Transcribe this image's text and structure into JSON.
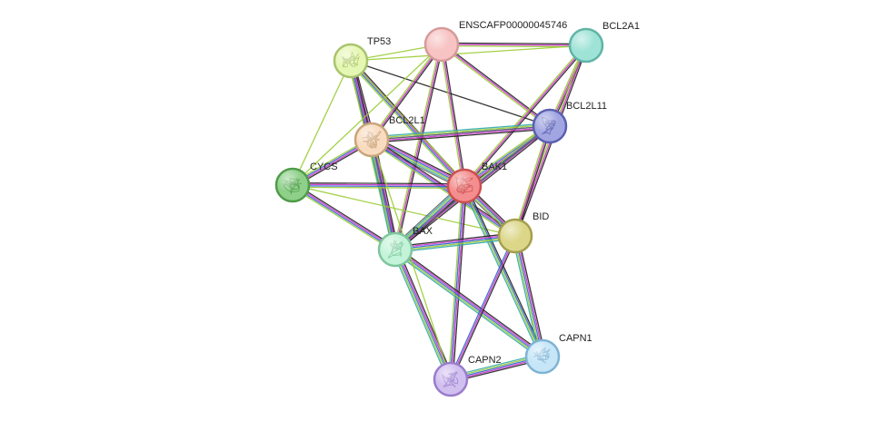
{
  "network": {
    "nodes": [
      {
        "id": "ENSCAFP00000045746",
        "label": "ENSCAFP00000045746",
        "color": "#f7c3c3",
        "ring": "#d69a9a",
        "icon": "none"
      },
      {
        "id": "BCL2A1",
        "label": "BCL2A1",
        "color": "#9fe3d6",
        "ring": "#5fb4a6",
        "icon": "none"
      },
      {
        "id": "TP53",
        "label": "TP53",
        "color": "#e6f7b4",
        "ring": "#a9c46d",
        "icon": "protein-structure-icon"
      },
      {
        "id": "BCL2L11",
        "label": "BCL2L11",
        "color": "#a1a6e2",
        "ring": "#5a60b0",
        "icon": "protein-structure-icon"
      },
      {
        "id": "BCL2L1",
        "label": "BCL2L1",
        "color": "#f9dcc0",
        "ring": "#c9a47b",
        "icon": "protein-structure-icon"
      },
      {
        "id": "CYCS",
        "label": "CYCS",
        "color": "#8ed08a",
        "ring": "#4f9c49",
        "icon": "protein-structure-icon"
      },
      {
        "id": "BAK1",
        "label": "BAK1",
        "color": "#f48e8e",
        "ring": "#cc4f4f",
        "icon": "protein-structure-icon"
      },
      {
        "id": "BID",
        "label": "BID",
        "color": "#dcd689",
        "ring": "#a49e4e",
        "icon": "none"
      },
      {
        "id": "BAX",
        "label": "BAX",
        "color": "#c3f3d8",
        "ring": "#7ec59c",
        "icon": "protein-structure-icon"
      },
      {
        "id": "CAPN1",
        "label": "CAPN1",
        "color": "#c6e6f8",
        "ring": "#7fb3d4",
        "icon": "protein-structure-icon"
      },
      {
        "id": "CAPN2",
        "label": "CAPN2",
        "color": "#d1bff0",
        "ring": "#9a7ccc",
        "icon": "protein-structure-icon"
      }
    ],
    "edges": [
      {
        "from": "TP53",
        "to": "BCL2L1",
        "colors": [
          "#222222",
          "#cc33cc",
          "#3366cc",
          "#99cc33",
          "#666666"
        ]
      },
      {
        "from": "TP53",
        "to": "BAK1",
        "colors": [
          "#222222",
          "#cc33cc",
          "#3366cc",
          "#99cc33"
        ]
      },
      {
        "from": "TP53",
        "to": "BAX",
        "colors": [
          "#222222",
          "#cc33cc",
          "#3366cc",
          "#99cc33"
        ]
      },
      {
        "from": "TP53",
        "to": "CYCS",
        "colors": [
          "#99cc33"
        ]
      },
      {
        "from": "TP53",
        "to": "ENSCAFP00000045746",
        "colors": [
          "#99cc33"
        ]
      },
      {
        "from": "TP53",
        "to": "BCL2L11",
        "colors": [
          "#222222"
        ]
      },
      {
        "from": "TP53",
        "to": "BID",
        "colors": [
          "#99cc33"
        ]
      },
      {
        "from": "ENSCAFP00000045746",
        "to": "BCL2A1",
        "colors": [
          "#222222",
          "#cc33cc",
          "#99cc33"
        ]
      },
      {
        "from": "ENSCAFP00000045746",
        "to": "BCL2L1",
        "colors": [
          "#222222",
          "#cc33cc",
          "#99cc33"
        ]
      },
      {
        "from": "ENSCAFP00000045746",
        "to": "BAK1",
        "colors": [
          "#222222",
          "#cc33cc",
          "#99cc33"
        ]
      },
      {
        "from": "ENSCAFP00000045746",
        "to": "BAX",
        "colors": [
          "#222222",
          "#cc33cc",
          "#99cc33"
        ]
      },
      {
        "from": "ENSCAFP00000045746",
        "to": "BCL2L11",
        "colors": [
          "#222222",
          "#cc33cc",
          "#99cc33"
        ]
      },
      {
        "from": "ENSCAFP00000045746",
        "to": "CYCS",
        "colors": [
          "#99cc33"
        ]
      },
      {
        "from": "BCL2A1",
        "to": "BCL2L11",
        "colors": [
          "#222222",
          "#cc33cc",
          "#99cc33"
        ]
      },
      {
        "from": "BCL2A1",
        "to": "BAK1",
        "colors": [
          "#222222",
          "#cc33cc",
          "#99cc33"
        ]
      },
      {
        "from": "BCL2A1",
        "to": "BID",
        "colors": [
          "#222222",
          "#cc33cc",
          "#99cc33"
        ]
      },
      {
        "from": "BCL2A1",
        "to": "TP53",
        "colors": [
          "#99cc33"
        ]
      },
      {
        "from": "BCL2L11",
        "to": "BCL2L1",
        "colors": [
          "#222222",
          "#cc33cc",
          "#3366cc",
          "#99cc33",
          "#33aaaa"
        ]
      },
      {
        "from": "BCL2L11",
        "to": "BAK1",
        "colors": [
          "#222222",
          "#cc33cc",
          "#3366cc",
          "#99cc33"
        ]
      },
      {
        "from": "BCL2L11",
        "to": "BAX",
        "colors": [
          "#222222",
          "#cc33cc",
          "#3366cc",
          "#99cc33"
        ]
      },
      {
        "from": "BCL2L11",
        "to": "BID",
        "colors": [
          "#222222",
          "#cc33cc",
          "#99cc33"
        ]
      },
      {
        "from": "BCL2L11",
        "to": "BCL2L1",
        "colors": [
          "#666666"
        ]
      },
      {
        "from": "BCL2L1",
        "to": "BAK1",
        "colors": [
          "#222222",
          "#cc33cc",
          "#3366cc",
          "#99cc33",
          "#33aaaa",
          "#666666"
        ]
      },
      {
        "from": "BCL2L1",
        "to": "BAX",
        "colors": [
          "#222222",
          "#cc33cc",
          "#3366cc",
          "#99cc33",
          "#33aaaa"
        ]
      },
      {
        "from": "BCL2L1",
        "to": "BID",
        "colors": [
          "#222222",
          "#cc33cc",
          "#3366cc",
          "#99cc33"
        ]
      },
      {
        "from": "BCL2L1",
        "to": "CYCS",
        "colors": [
          "#222222",
          "#cc33cc",
          "#3366cc",
          "#99cc33"
        ]
      },
      {
        "from": "CYCS",
        "to": "BAK1",
        "colors": [
          "#222222",
          "#cc33cc",
          "#3366cc",
          "#99cc33"
        ]
      },
      {
        "from": "CYCS",
        "to": "BAX",
        "colors": [
          "#222222",
          "#cc33cc",
          "#3366cc",
          "#99cc33"
        ]
      },
      {
        "from": "CYCS",
        "to": "BID",
        "colors": [
          "#99cc33"
        ]
      },
      {
        "from": "BAK1",
        "to": "BAX",
        "colors": [
          "#222222",
          "#cc33cc",
          "#3366cc",
          "#99cc33",
          "#33aaaa",
          "#666666"
        ]
      },
      {
        "from": "BAK1",
        "to": "BID",
        "colors": [
          "#222222",
          "#cc33cc",
          "#3366cc",
          "#99cc33",
          "#666666"
        ]
      },
      {
        "from": "BAK1",
        "to": "CAPN1",
        "colors": [
          "#222222",
          "#3366cc",
          "#99cc33",
          "#33aaaa"
        ]
      },
      {
        "from": "BAK1",
        "to": "CAPN2",
        "colors": [
          "#222222",
          "#cc33cc",
          "#3366cc",
          "#99cc33"
        ]
      },
      {
        "from": "BAX",
        "to": "BID",
        "colors": [
          "#222222",
          "#cc33cc",
          "#3366cc",
          "#99cc33",
          "#33aaaa"
        ]
      },
      {
        "from": "BAX",
        "to": "CAPN1",
        "colors": [
          "#222222",
          "#cc33cc",
          "#3366cc",
          "#99cc33",
          "#33aaaa"
        ]
      },
      {
        "from": "BAX",
        "to": "CAPN2",
        "colors": [
          "#222222",
          "#cc33cc",
          "#3366cc",
          "#99cc33",
          "#33aaaa"
        ]
      },
      {
        "from": "BID",
        "to": "CAPN1",
        "colors": [
          "#222222",
          "#cc33cc",
          "#3366cc",
          "#99cc33",
          "#33aaaa"
        ]
      },
      {
        "from": "BID",
        "to": "CAPN2",
        "colors": [
          "#222222",
          "#cc33cc",
          "#3366cc"
        ]
      },
      {
        "from": "CAPN1",
        "to": "CAPN2",
        "colors": [
          "#222222",
          "#cc33cc",
          "#3366cc",
          "#99cc33",
          "#33aaaa"
        ]
      },
      {
        "from": "CAPN2",
        "to": "BCL2L1",
        "colors": [
          "#99cc33"
        ]
      },
      {
        "from": "BAX",
        "to": "BCL2L11",
        "colors": [
          "#666666"
        ]
      }
    ]
  }
}
